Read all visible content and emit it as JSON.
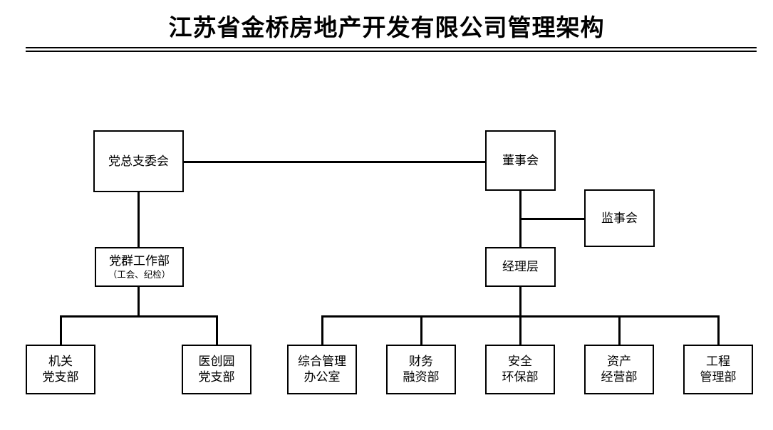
{
  "title": "江苏省金桥房地产开发有限公司管理架构",
  "nodes": {
    "party_committee": {
      "line1": "党总支委会"
    },
    "board": {
      "line1": "董事会"
    },
    "supervisors": {
      "line1": "监事会"
    },
    "party_work_dept": {
      "line1": "党群工作部",
      "sub": "（工会、纪检）"
    },
    "management": {
      "line1": "经理层"
    },
    "branch_organ": {
      "line1": "机关",
      "line2": "党支部"
    },
    "branch_yichuang": {
      "line1": "医创园",
      "line2": "党支部"
    },
    "dept_general": {
      "line1": "综合管理",
      "line2": "办公室"
    },
    "dept_finance": {
      "line1": "财务",
      "line2": "融资部"
    },
    "dept_safety": {
      "line1": "安全",
      "line2": "环保部"
    },
    "dept_assets": {
      "line1": "资产",
      "line2": "经营部"
    },
    "dept_engineering": {
      "line1": "工程",
      "line2": "管理部"
    }
  },
  "colors": {
    "line": "#000000",
    "box_fill": "#ffffff",
    "text": "#000000",
    "background": "#ffffff"
  }
}
